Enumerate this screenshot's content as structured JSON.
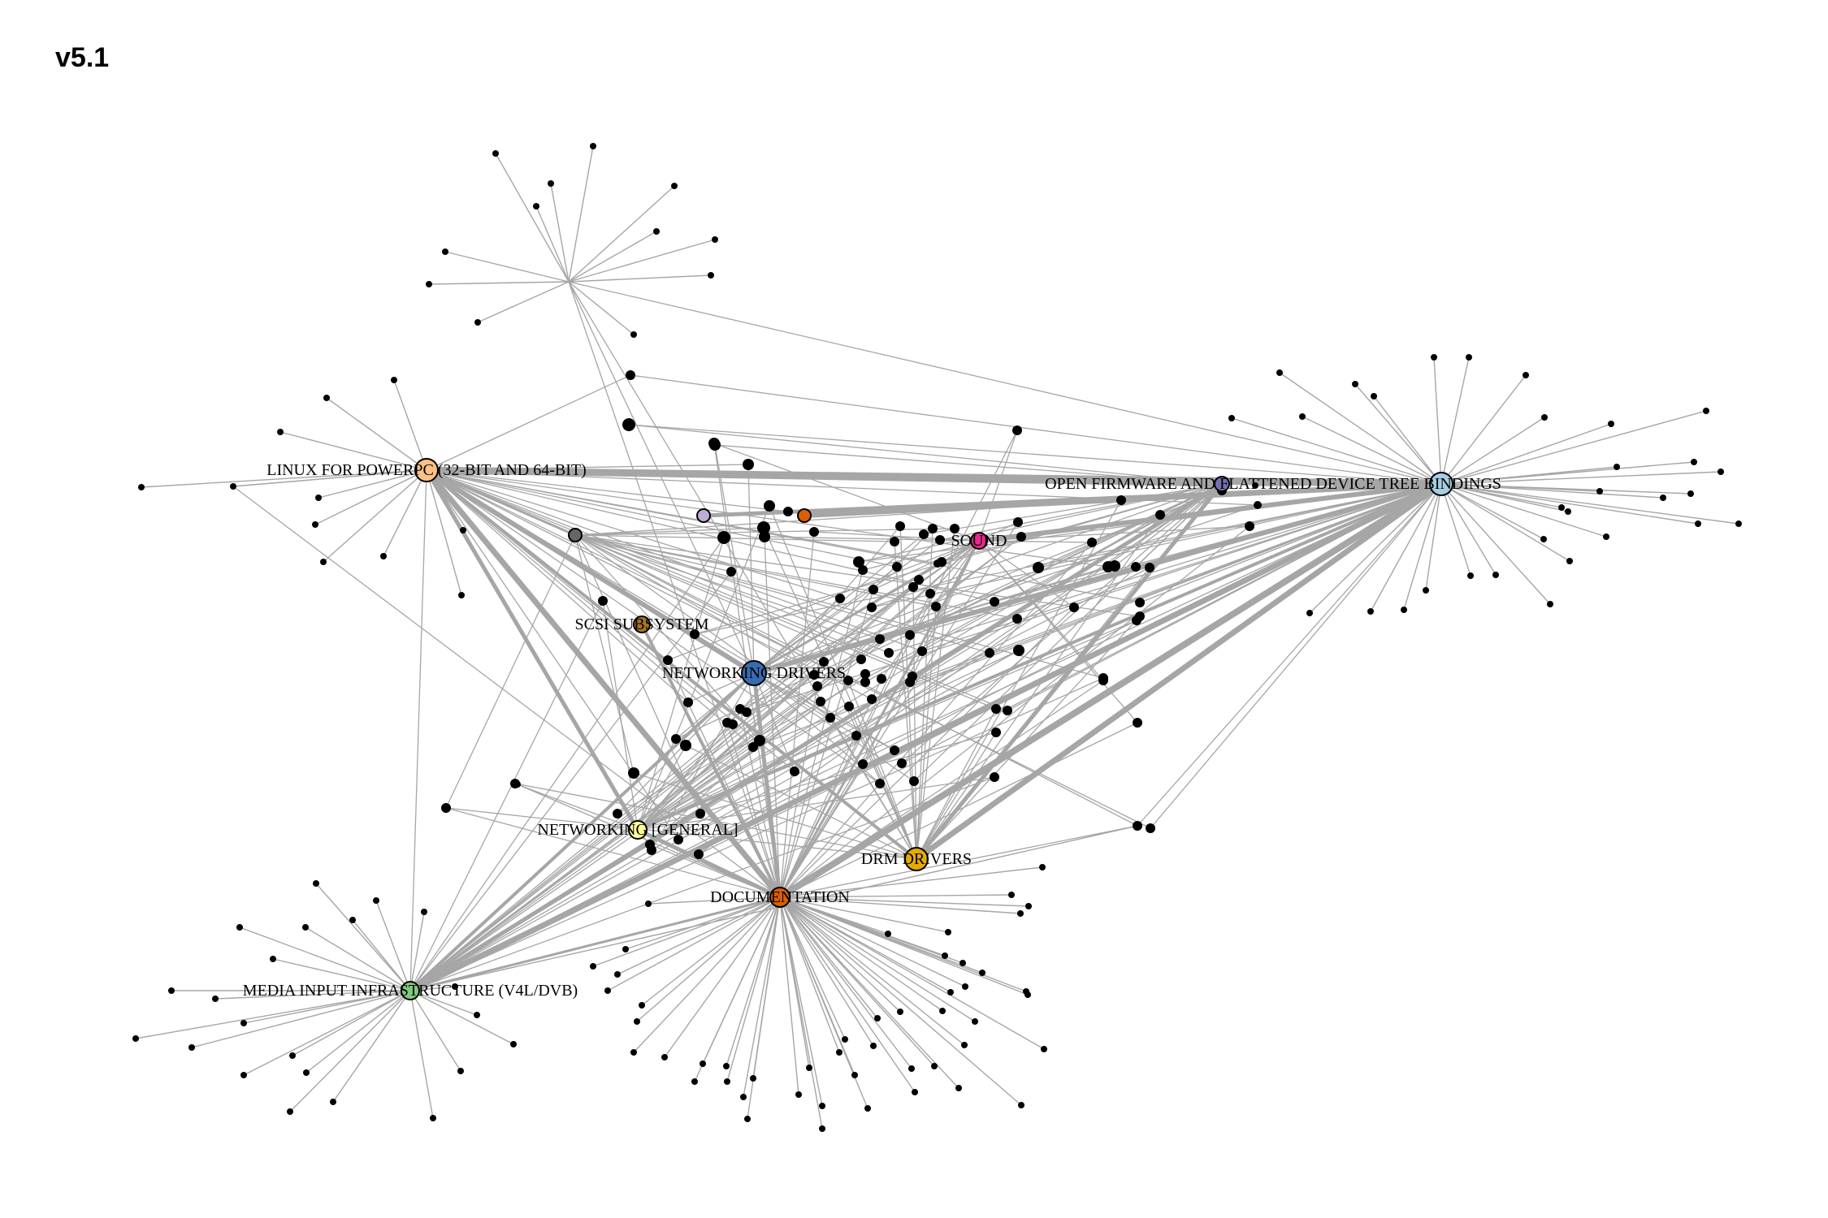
{
  "title": "v5.1",
  "colors": {
    "edge": "#a6a6a6",
    "leaf": "#000000"
  },
  "hubs": [
    {
      "id": "ppc",
      "label": "LINUX FOR POWERPC (32-BIT AND 64-BIT)",
      "color": "#fdc086"
    },
    {
      "id": "of",
      "label": "OPEN FIRMWARE AND FLATTENED DEVICE TREE BINDINGS",
      "color": "#a6cee3"
    },
    {
      "id": "of2",
      "label": "",
      "color": "#7570b3"
    },
    {
      "id": "sound",
      "label": "SOUND",
      "color": "#e7298a"
    },
    {
      "id": "scsi",
      "label": "SCSI SUBSYSTEM",
      "color": "#a6761d"
    },
    {
      "id": "netdrv",
      "label": "NETWORKING DRIVERS",
      "color": "#386cb0"
    },
    {
      "id": "netgen",
      "label": "NETWORKING [GENERAL]",
      "color": "#ffff99"
    },
    {
      "id": "drm",
      "label": "DRM DRIVERS",
      "color": "#e6ab02"
    },
    {
      "id": "doc",
      "label": "DOCUMENTATION",
      "color": "#d95f02"
    },
    {
      "id": "media",
      "label": "MEDIA INPUT INFRASTRUCTURE (V4L/DVB)",
      "color": "#7fc97f"
    },
    {
      "id": "lav",
      "label": "",
      "color": "#beaed4"
    },
    {
      "id": "org",
      "label": "",
      "color": "#d95f02"
    },
    {
      "id": "gray",
      "label": "",
      "color": "#666666"
    }
  ]
}
